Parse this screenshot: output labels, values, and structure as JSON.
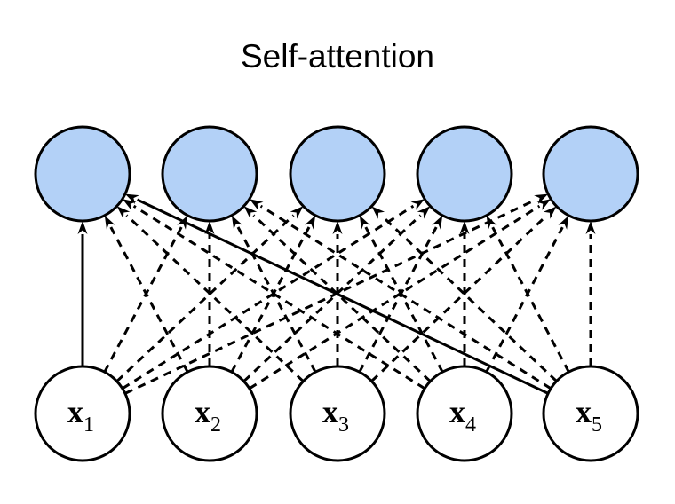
{
  "title": "Self-attention",
  "colors": {
    "output_fill": "#b3d1f7",
    "input_fill": "#ffffff",
    "stroke": "#000000"
  },
  "outputs": [
    {
      "id": "y1"
    },
    {
      "id": "y2"
    },
    {
      "id": "y3"
    },
    {
      "id": "y4"
    },
    {
      "id": "y5"
    }
  ],
  "inputs": [
    {
      "main": "x",
      "sub": "1"
    },
    {
      "main": "x",
      "sub": "2"
    },
    {
      "main": "x",
      "sub": "3"
    },
    {
      "main": "x",
      "sub": "4"
    },
    {
      "main": "x",
      "sub": "5"
    }
  ],
  "edges": {
    "solid": [
      [
        0,
        0
      ],
      [
        4,
        0
      ]
    ],
    "all_to_all": true
  }
}
